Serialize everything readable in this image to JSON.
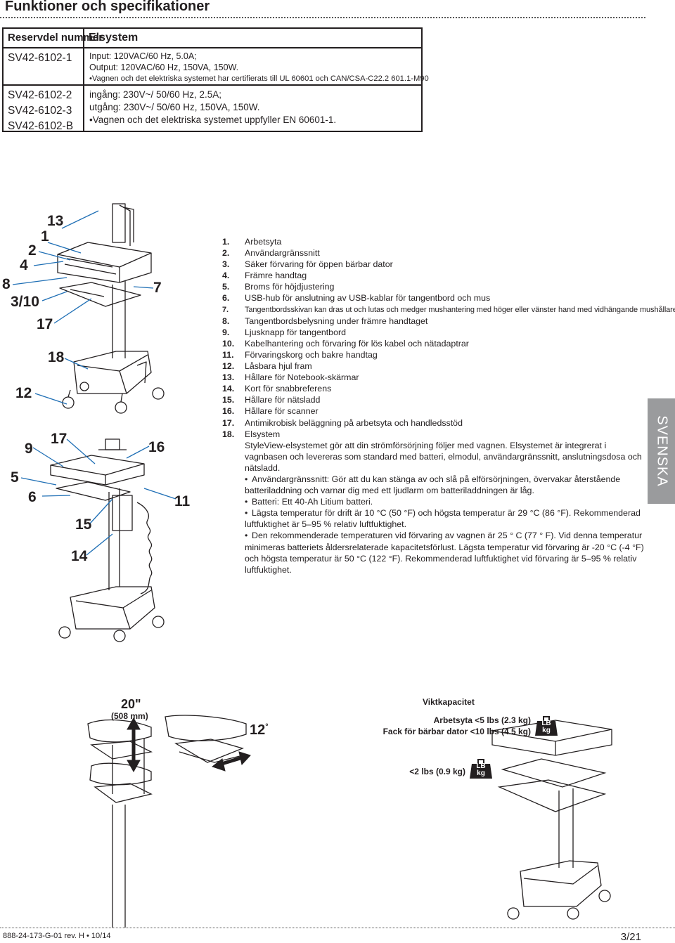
{
  "header": {
    "title": "Funktioner och specifikationer"
  },
  "spec_table": {
    "col_part": "Reservdel nummer",
    "col_system": "Elsystem",
    "row1": {
      "part": "SV42-6102-1",
      "lines": [
        "Input: 120VAC/60 Hz, 5.0A;",
        "Output: 120VAC/60 Hz, 150VA, 150W."
      ],
      "bullet": "Vagnen och det elektriska systemet har certifierats till UL 60601 och CAN/CSA-C22.2 601.1-M90"
    },
    "row2": {
      "parts": [
        "SV42-6102-2",
        "SV42-6102-3",
        "SV42-6102-B"
      ],
      "lines": [
        "ingång: 230V~/ 50/60 Hz, 2.5A;",
        "utgång: 230V~/ 50/60 Hz, 150VA, 150W."
      ],
      "bullet": "Vagnen och det elektriska systemet uppfyller EN 60601-1."
    }
  },
  "callouts": {
    "c13": "13",
    "c1": "1",
    "c2": "2",
    "c4": "4",
    "c8": "8",
    "c3_10": "3/10",
    "c17a": "17",
    "c7": "7",
    "c18": "18",
    "c12": "12",
    "c17b": "17",
    "c16": "16",
    "c9": "9",
    "c5": "5",
    "c6": "6",
    "c11": "11",
    "c15": "15",
    "c14": "14"
  },
  "legend": [
    {
      "num": "1.",
      "text": "Arbetsyta"
    },
    {
      "num": "2.",
      "text": "Användargränssnitt"
    },
    {
      "num": "3.",
      "text": "Säker förvaring för öppen bärbar dator"
    },
    {
      "num": "4.",
      "text": "Främre handtag"
    },
    {
      "num": "5.",
      "text": "Broms för höjdjustering"
    },
    {
      "num": "6.",
      "text": "USB-hub för anslutning av USB-kablar för tangentbord och mus"
    },
    {
      "num": "7.",
      "text": "Tangentbordsskivan kan dras ut och lutas och medger mushantering med höger eller vänster hand med vidhängande mushållare"
    },
    {
      "num": "8.",
      "text": "Tangentbordsbelysning under främre handtaget"
    },
    {
      "num": "9.",
      "text": "Ljusknapp för tangentbord"
    },
    {
      "num": "10.",
      "text": "Kabelhantering och förvaring för lös kabel och nätadaptrar"
    },
    {
      "num": "11.",
      "text": "Förvaringskorg och bakre handtag"
    },
    {
      "num": "12.",
      "text": "Låsbara hjul fram"
    },
    {
      "num": "13.",
      "text": "Hållare för Notebook-skärmar"
    },
    {
      "num": "14.",
      "text": "Kort för snabbreferens"
    },
    {
      "num": "15.",
      "text": "Hållare för nätsladd"
    },
    {
      "num": "16.",
      "text": "Hållare för scanner"
    },
    {
      "num": "17.",
      "text": "Antimikrobisk beläggning på arbetsyta och handledsstöd"
    },
    {
      "num": "18.",
      "text": "Elsystem"
    }
  ],
  "system_desc": {
    "intro": "StyleView-elsystemet gör att din strömförsörjning följer med vagnen. Elsystemet är integrerat i vagnbasen och levereras som standard med batteri, elmodul, användargränssnitt, anslutningsdosa och nätsladd.",
    "b1": "Användargränssnitt: Gör att du kan stänga av och slå på elförsörjningen, övervakar återstående batteriladdning och varnar dig med ett ljudlarm om batteriladdningen är låg.",
    "b2": "Batteri: Ett 40-Ah Litium batteri.",
    "b3": "Lägsta temperatur för drift är 10 °C (50 °F) och högsta temperatur är 29 °C (86 °F). Rekommenderad luftfuktighet är 5–95 % relativ luftfuktighet.",
    "b4": "Den rekommenderade temperaturen vid förvaring av vagnen är 25 ° C (77 ° F). Vid denna temperatur minimeras batteriets åldersrelaterade kapacitetsförlust. Lägsta temperatur vid förvaring är -20 °C (-4 °F) och högsta temperatur är 50 °C (122 °F). Rekommenderad luftfuktighet vid förvaring är 5–95 % relativ luftfuktighet."
  },
  "side_tab": "SVENSKA",
  "bottom": {
    "height_travel": "20\"",
    "height_mm": "(508 mm)",
    "tilt": "12",
    "weight_title": "Viktkapacitet",
    "w1": "Arbetsyta <5 lbs (2.3 kg)",
    "w2": "Fack för bärbar dator <10 lbs (4.5 kg)",
    "w3": "<2 lbs (0.9 kg)",
    "lb": "LB",
    "kg": "kg"
  },
  "footer": {
    "code": "888-24-173-G-01 rev. H • 10/14",
    "page": "3/21"
  }
}
